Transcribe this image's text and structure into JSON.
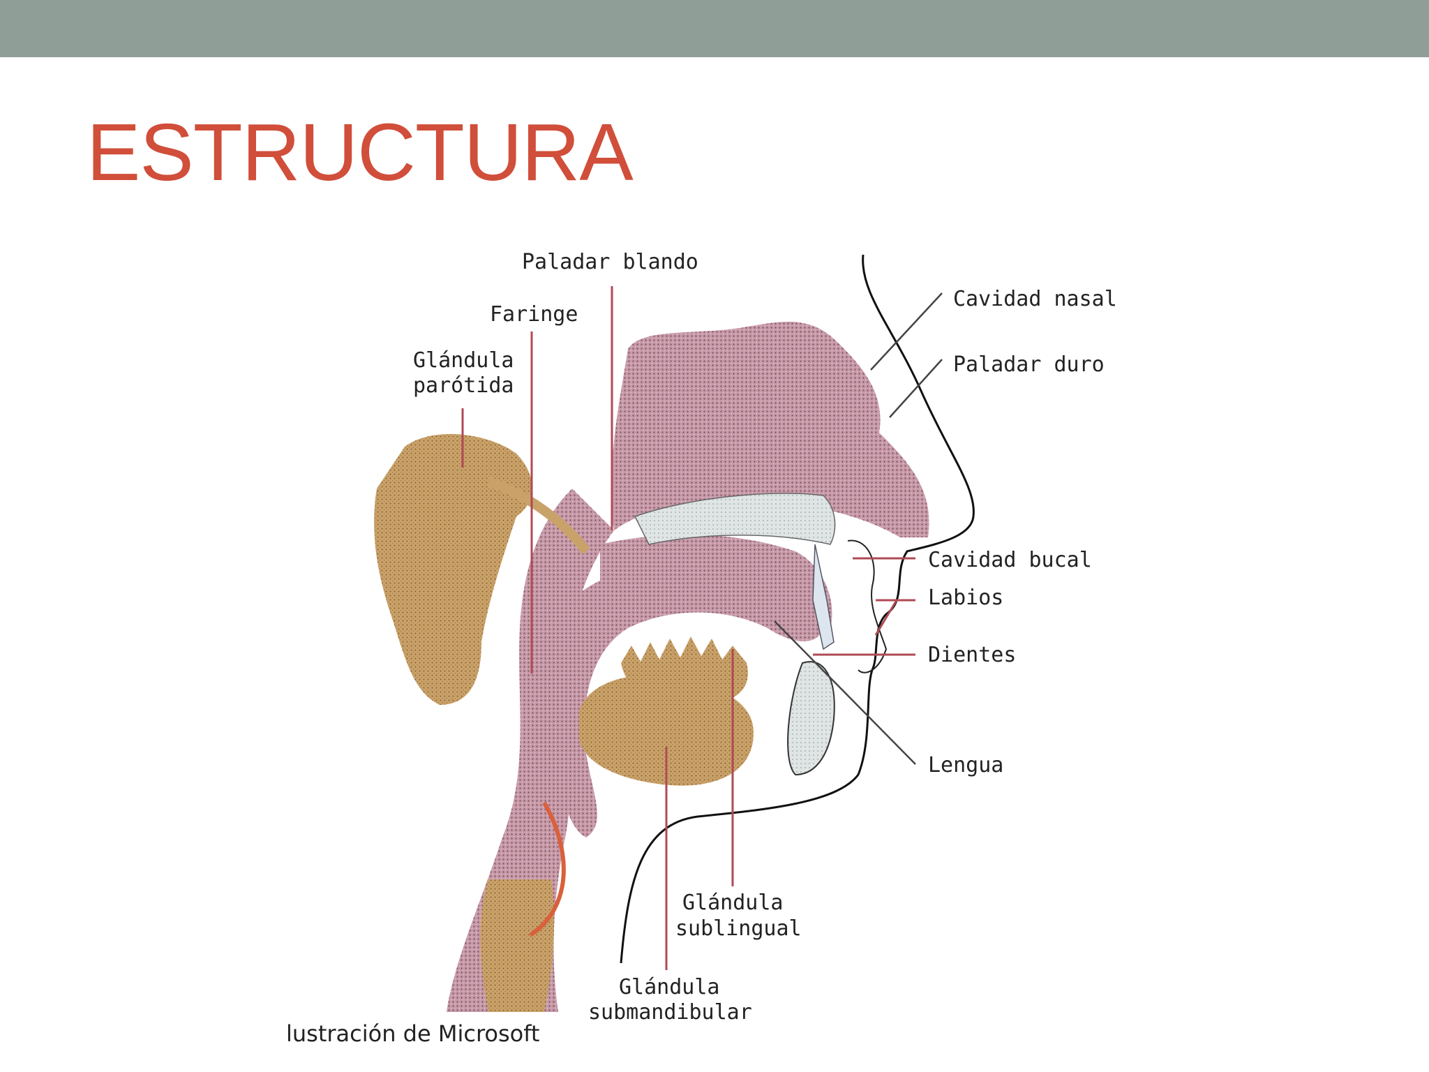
{
  "slide": {
    "title": "ESTRUCTURA",
    "colors": {
      "header_bar": "#8f9f98",
      "title": "#d04e3a"
    }
  },
  "diagram": {
    "labels": {
      "paladar_blando": "Paladar blando",
      "faringe": "Faringe",
      "glandula_parotida_1": "Glándula",
      "glandula_parotida_2": "parótida",
      "cavidad_nasal": "Cavidad nasal",
      "paladar_duro": "Paladar duro",
      "cavidad_bucal": "Cavidad bucal",
      "labios": "Labios",
      "dientes": "Dientes",
      "lengua": "Lengua",
      "glandula_sublingual_1": "Glándula",
      "glandula_sublingual_2": "sublingual",
      "glandula_submandibular_1": "Glándula",
      "glandula_submandibular_2": "submandibular"
    },
    "credit": "lustración de Microsoft"
  }
}
